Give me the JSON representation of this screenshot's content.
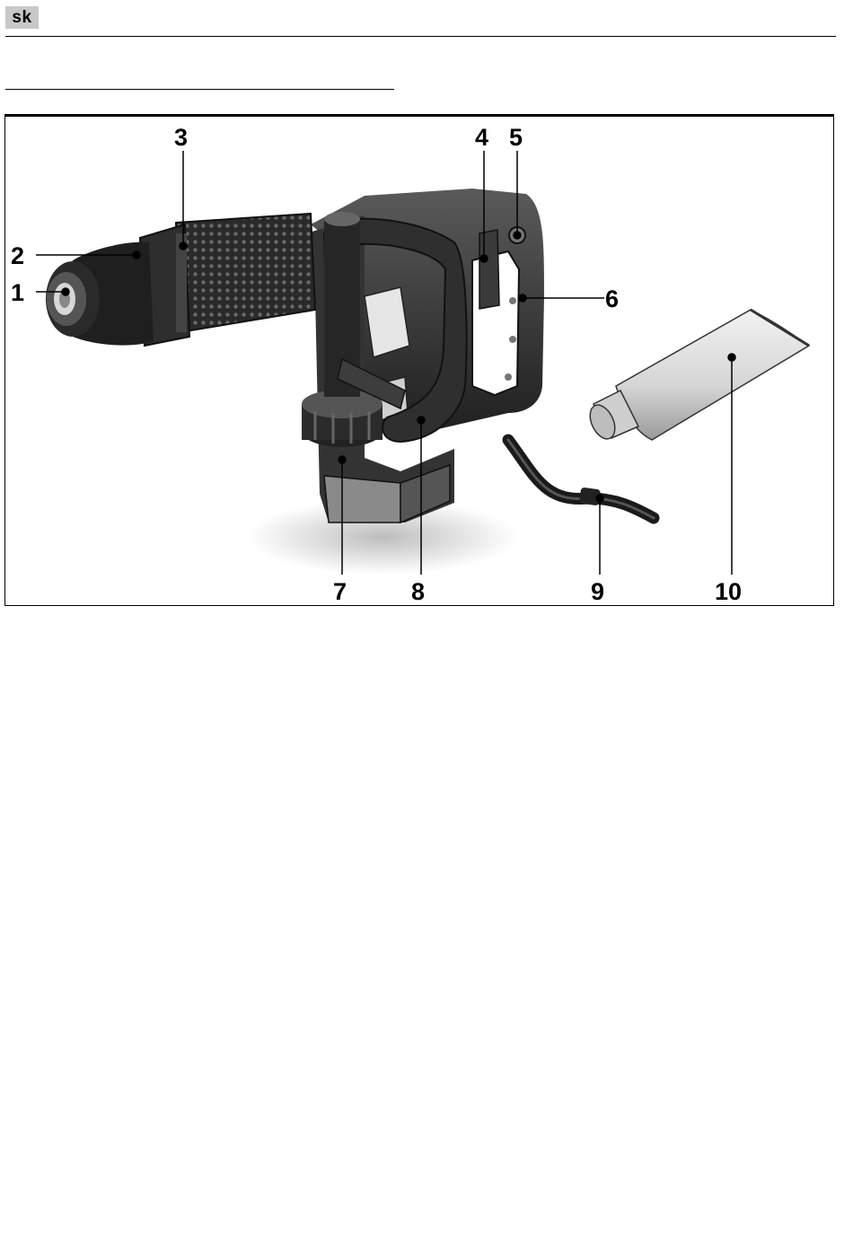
{
  "header": {
    "language_code": "sk"
  },
  "figure": {
    "callouts": [
      "1",
      "2",
      "3",
      "4",
      "5",
      "6",
      "7",
      "8",
      "9",
      "10"
    ]
  }
}
